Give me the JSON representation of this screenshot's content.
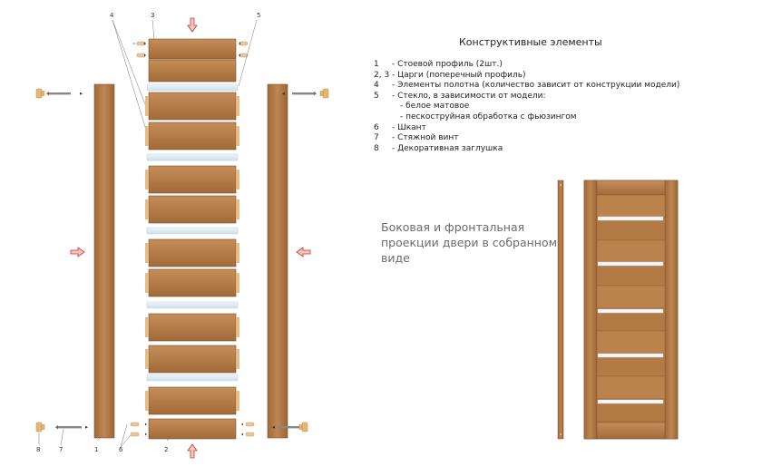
{
  "legend": {
    "title": "Конструктивные  элементы",
    "items": [
      {
        "num": "1",
        "text": "- Стоевой профиль (2шт.)"
      },
      {
        "num": "2, 3",
        "text": "- Царги (поперечный профиль)"
      },
      {
        "num": "4",
        "text": "- Элементы полотна (количество зависит от конструкции модели)"
      },
      {
        "num": "5",
        "text": "- Стекло, в зависимости от модели:"
      },
      {
        "num": "",
        "text": "- белое матовое"
      },
      {
        "num": "",
        "text": "- пескоструйная обработка с фьюзингом"
      },
      {
        "num": "6",
        "text": "- Шкант"
      },
      {
        "num": "7",
        "text": "- Стяжной винт"
      },
      {
        "num": "8",
        "text": "- Декоративная заглушка"
      }
    ]
  },
  "caption": "Боковая и фронтальная проекции двери в собранном виде",
  "callouts": {
    "n1": "1",
    "n2": "2",
    "n3": "3",
    "n4": "4",
    "n5": "5",
    "n6": "6",
    "n7": "7",
    "n8": "8"
  },
  "colors": {
    "wood": "#b47c48",
    "wood_dark": "#8c5a2e",
    "wood_light": "#c99462",
    "glass": "#dde9f3",
    "dowel": "#e8c89a",
    "arrow_fill": "#f3c7c0",
    "arrow_stroke": "#c0392b"
  }
}
